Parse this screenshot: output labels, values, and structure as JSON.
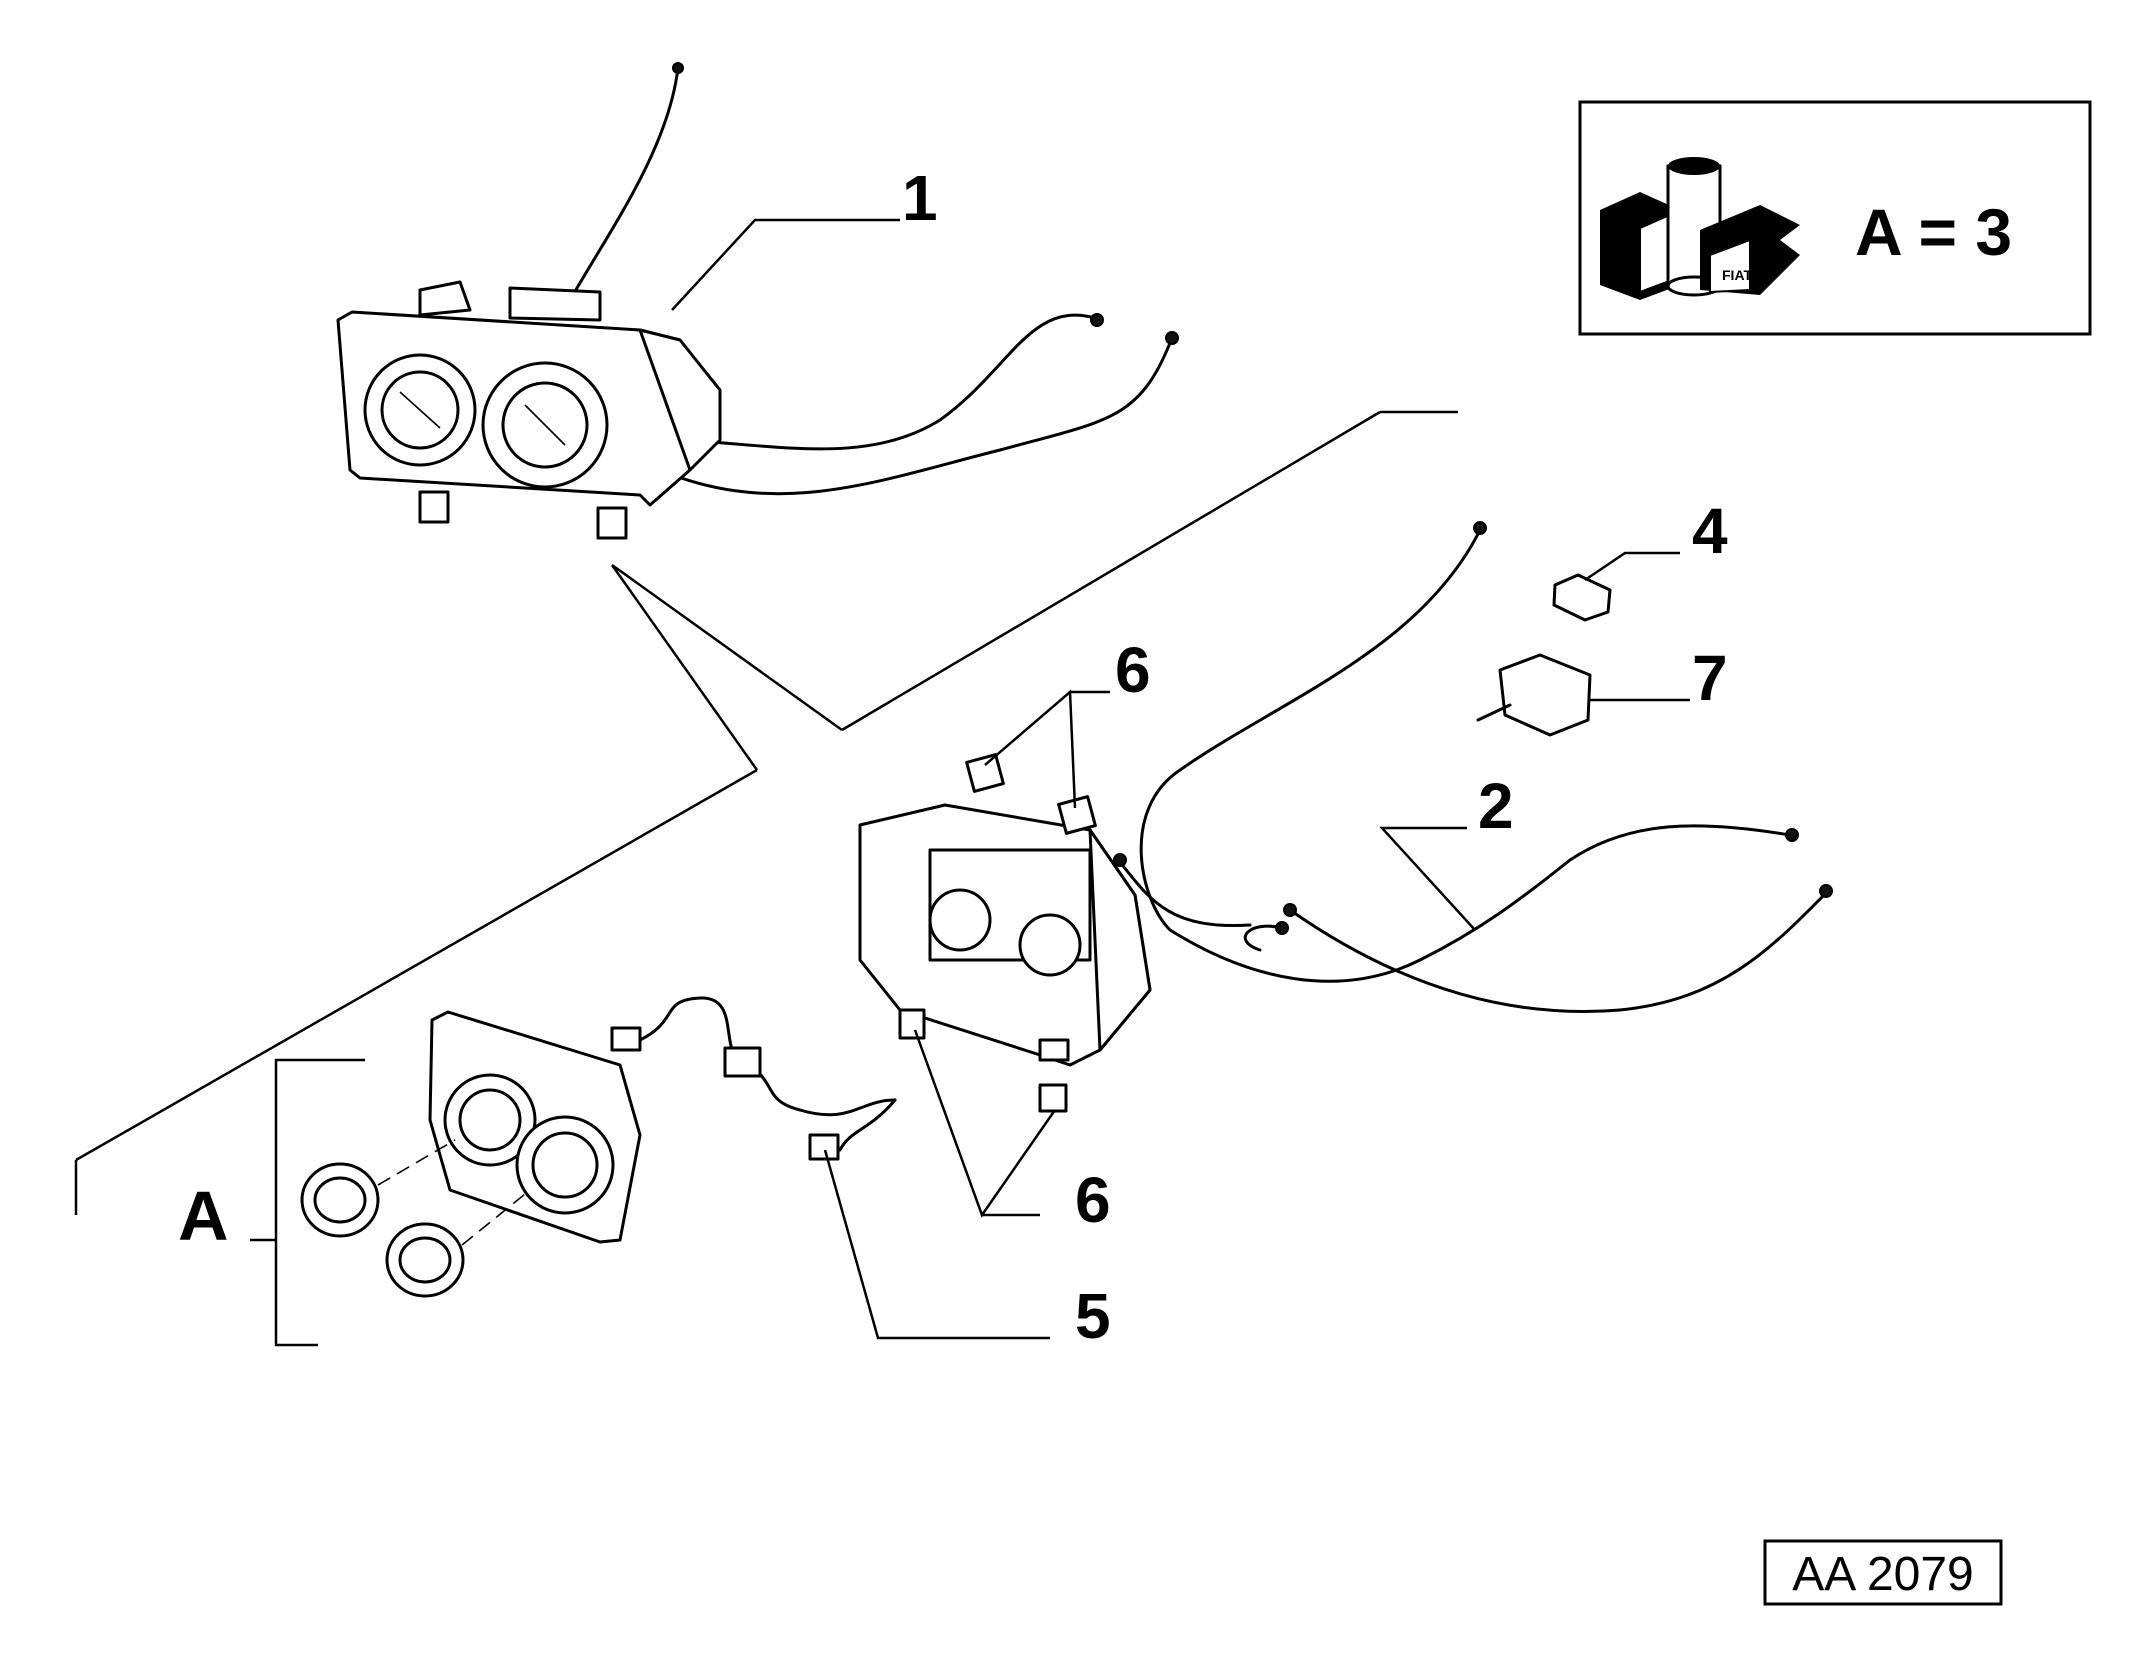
{
  "diagram": {
    "callouts": {
      "c1": "1",
      "c2": "2",
      "c4": "4",
      "c5": "5",
      "c6a": "6",
      "c6b": "6",
      "c7": "7",
      "cA": "A"
    },
    "legend_box": {
      "equation": "A = 3",
      "logo_text": "FIAT",
      "icon": "fiat-parts-kit-icon"
    },
    "reference_code": "AA 2079"
  }
}
